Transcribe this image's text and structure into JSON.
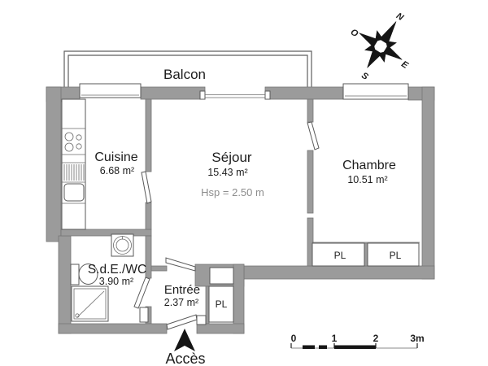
{
  "plan": {
    "type": "apartment-floor-plan",
    "rooms": {
      "balcon": {
        "name": "Balcon"
      },
      "cuisine": {
        "name": "Cuisine",
        "area": "6.68 m²"
      },
      "sejour": {
        "name": "Séjour",
        "area": "15.43 m²",
        "ceiling_height": "Hsp = 2.50 m"
      },
      "chambre": {
        "name": "Chambre",
        "area": "10.51 m²"
      },
      "sde_wc": {
        "name": "S.d.E./WC",
        "area": "3.90 m²"
      },
      "entree": {
        "name": "Entrée",
        "area": "2.37 m²"
      }
    },
    "closets": {
      "entree": "PL",
      "chambre_left": "PL",
      "chambre_right": "PL"
    },
    "compass": {
      "north": "N",
      "west": "O",
      "east": "E",
      "south": "S"
    },
    "access_label": "Accès",
    "scale_bar": {
      "t0": "0",
      "t1": "1",
      "t2": "2",
      "t3": "3m"
    },
    "colors": {
      "wall": "#9b9b9b",
      "wall_border": "#767676",
      "fixture_line": "#5a5a5a",
      "text": "#1d1d1d",
      "muted_text": "#8d8d8d",
      "arrow": "#151515"
    }
  }
}
